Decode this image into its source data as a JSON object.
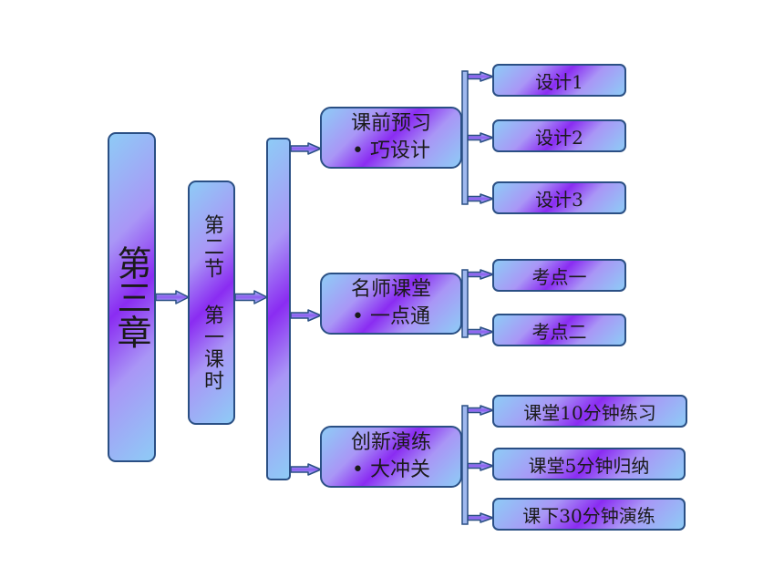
{
  "root": {
    "label": "第三章"
  },
  "section": {
    "label": "第二节 第一课时"
  },
  "groups": [
    {
      "line1": "课前预习",
      "line2": "• 巧设计",
      "items": [
        "设计1",
        "设计2",
        "设计3"
      ]
    },
    {
      "line1": "名师课堂",
      "line2": "• 一点通",
      "items": [
        "考点一",
        "考点二"
      ]
    },
    {
      "line1": "创新演练",
      "line2": "• 大冲关",
      "items": [
        "课堂10分钟练习",
        "课堂5分钟归纳",
        "课下30分钟演练"
      ]
    }
  ]
}
